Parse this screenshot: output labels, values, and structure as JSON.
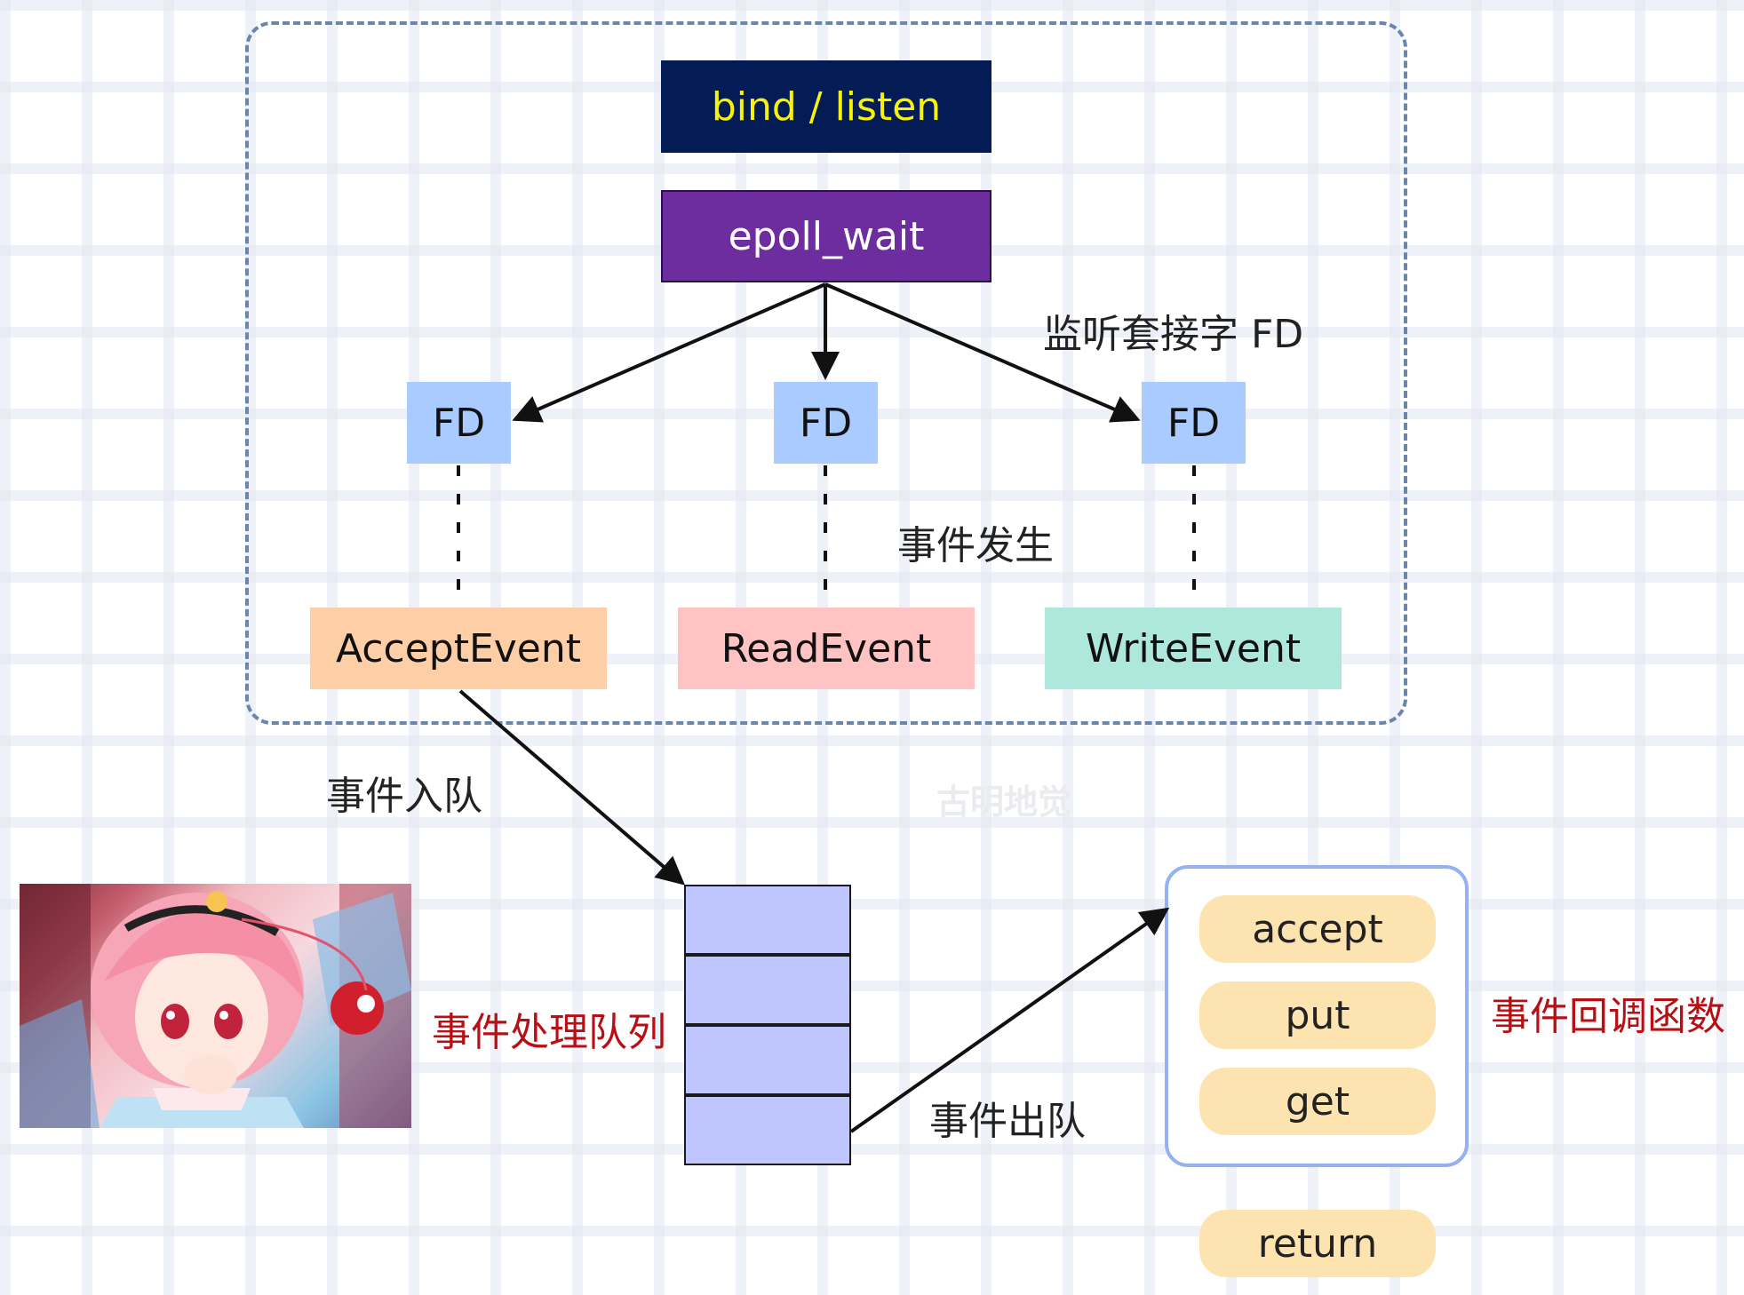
{
  "top": {
    "bind_listen": "bind / listen",
    "epoll_wait": "epoll_wait"
  },
  "fds": [
    "FD",
    "FD",
    "FD"
  ],
  "events": [
    "AcceptEvent",
    "ReadEvent",
    "WriteEvent"
  ],
  "labels": {
    "listen_socket": "监听套接字 FD",
    "event_occur": "事件发生",
    "enqueue": "事件入队",
    "dequeue": "事件出队",
    "queue": "事件处理队列",
    "callbacks": "事件回调函数",
    "watermark": "古明地觉"
  },
  "callbacks": [
    "accept",
    "put",
    "get"
  ],
  "return_label": "return",
  "colors": {
    "bind_listen_bg": "#031c55",
    "bind_listen_text": "#f7f20b",
    "epoll_bg": "#6e2d9e",
    "fd_bg": "#a9cbff",
    "accept_bg": "#fecfa6",
    "read_bg": "#fec3c2",
    "write_bg": "#aee8dc",
    "queue_bg": "#bfc6ff",
    "callback_bg": "#fde3b0",
    "red_label": "#b80f14",
    "frame": "#6a86ad"
  }
}
